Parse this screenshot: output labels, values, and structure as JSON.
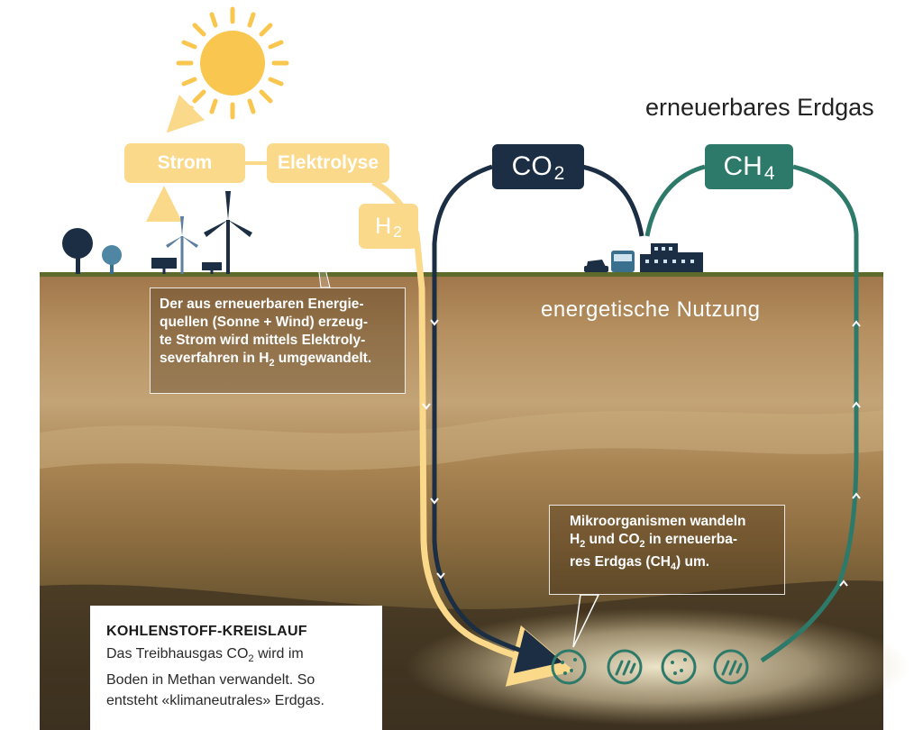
{
  "header": {
    "title": "erneuerbares Erdgas"
  },
  "labels": {
    "strom": "Strom",
    "elektrolyse": "Elektrolyse",
    "h2": {
      "base": "H",
      "sub": "2"
    },
    "co2": {
      "base": "CO",
      "sub": "2"
    },
    "ch4": {
      "base": "CH",
      "sub": "4"
    },
    "energetische_nutzung": "energetische Nutzung"
  },
  "notes": {
    "electrolysis": {
      "line1": "Der aus erneuerbaren Energie-",
      "line2": "quellen (Sonne + Wind) erzeug-",
      "line3": "te Strom wird mittels Elektroly-",
      "line4_pre": "severfahren in H",
      "line4_sub": "2",
      "line4_post": " umgewandelt."
    },
    "microorganisms": {
      "line1": "Mikroorganismen wandeln",
      "line2_a": "H",
      "line2_sub1": "2",
      "line2_b": " und CO",
      "line2_sub2": "2",
      "line2_c": " in erneuerba-",
      "line3_a": "res Erdgas (CH",
      "line3_sub": "4",
      "line3_b": ") um."
    }
  },
  "info_box": {
    "heading": "KOHLENSTOFF-KREISLAUF",
    "line1_pre": "Das Treibhausgas CO",
    "line1_sub": "2",
    "line1_post": " wird im",
    "line2": "Boden in Methan verwandelt. So",
    "line3": "entsteht «klimaneutrales» Erdgas."
  },
  "colors": {
    "pale_yellow": "#fbd98a",
    "navy": "#1c2e44",
    "teal": "#2e7a6a",
    "sun": "#f9c64f",
    "soil_light": "#b99a6a",
    "soil_dark": "#4a3c22"
  },
  "icons": [
    "sun-icon",
    "tree-icon",
    "solar-panel-icon",
    "wind-turbine-icon",
    "car-icon",
    "bus-icon",
    "factory-icon",
    "microbe-icon"
  ]
}
